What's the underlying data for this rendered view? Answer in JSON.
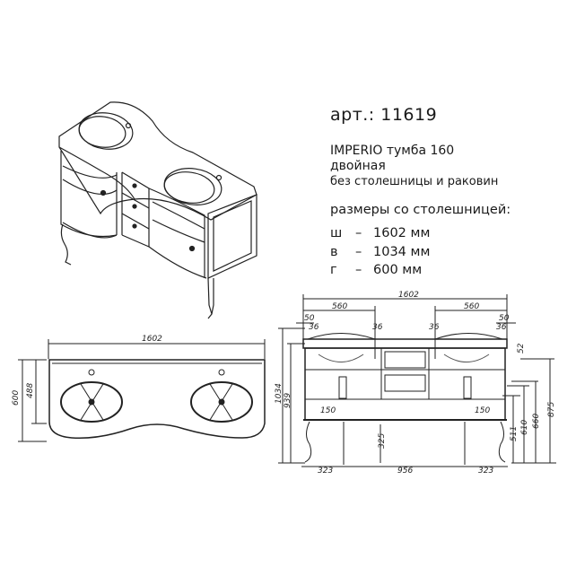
{
  "header": {
    "article": "арт.: 11619"
  },
  "product": {
    "name": "IMPERIO тумба 160",
    "subtitle": "двойная",
    "note": "без столешницы и раковин"
  },
  "dimensions": {
    "title": "размеры со столешницей:",
    "rows": [
      {
        "key": "ш",
        "dash": "–",
        "value": "1602 мм"
      },
      {
        "key": "в",
        "dash": "–",
        "value": "1034 мм"
      },
      {
        "key": "г",
        "dash": "–",
        "value": "600 мм"
      }
    ]
  },
  "top_view": {
    "width_label": "1602",
    "depth_outer_label": "600",
    "depth_inner_label": "488"
  },
  "front_view": {
    "total_width": "1602",
    "sink_left_width": "560",
    "sink_right_width": "560",
    "offset_left": "50",
    "offset_right": "50",
    "gap_labels": [
      "36",
      "36",
      "36",
      "36"
    ],
    "height_total": "1034",
    "height_body": "939",
    "top_thickness": "52",
    "drain_left": "150",
    "drain_right": "150",
    "leg_clearance": "325",
    "bottom_left": "323",
    "bottom_middle": "956",
    "bottom_right": "323",
    "right_heights": [
      "511",
      "610",
      "660",
      "875"
    ]
  }
}
